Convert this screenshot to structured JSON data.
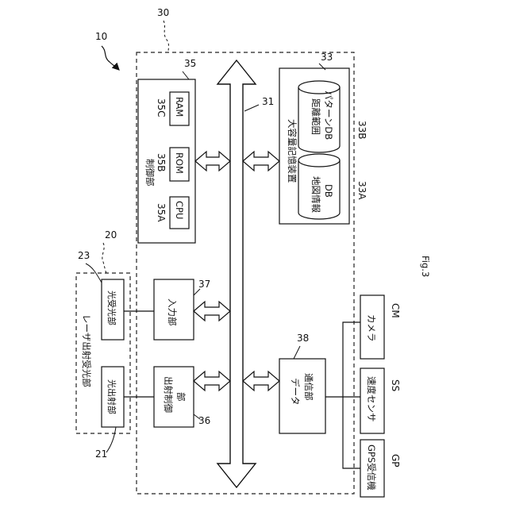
{
  "references": {
    "system": "10",
    "laser_unit": "20",
    "emitter": "21",
    "receiver": "23",
    "device": "30",
    "bus": "31",
    "storage": "33",
    "map_db": "33A",
    "pattern_db": "33B",
    "control": "35",
    "cpu": "35A",
    "rom": "35B",
    "ram": "35C",
    "emission_ctrl": "36",
    "input": "37",
    "comm": "38",
    "gps": "GP",
    "speed": "SS",
    "camera": "CM"
  },
  "labels": {
    "laser_unit": "レーザ出射受光部",
    "emitter": "光出射部",
    "receiver": "光受光部",
    "control": "制御部",
    "cpu": "CPU",
    "rom": "ROM",
    "ram": "RAM",
    "storage": "大容量記憶装置",
    "map_db_line1": "地図情報",
    "map_db_line2": "DB",
    "pattern_db_line1": "距離範囲",
    "pattern_db_line2": "パターンDB",
    "emission_ctrl_line1": "出射制御",
    "emission_ctrl_line2": "部",
    "input": "入力部",
    "comm_line1": "データ",
    "comm_line2": "通信部",
    "gps": "GPS受信機",
    "speed": "速度センサ",
    "camera": "カメラ"
  },
  "figure_label": "Fig.3"
}
